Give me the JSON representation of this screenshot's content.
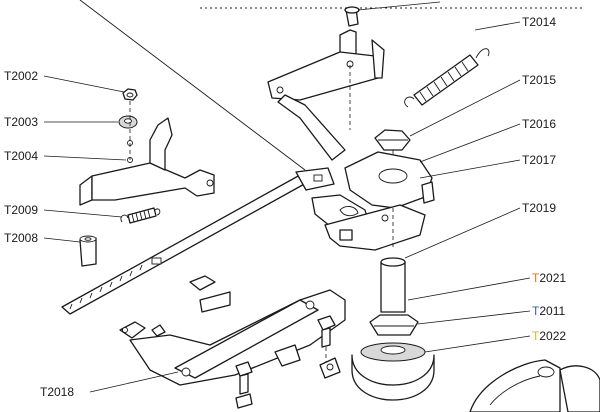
{
  "labels": {
    "t2002": "T2002",
    "t2003": "T2003",
    "t2004": "T2004",
    "t2009": "T2009",
    "t2008": "T2008",
    "t2014": "T2014",
    "t2015": "T2015",
    "t2016": "T2016",
    "t2017": "T2017",
    "t2019": "T2019",
    "t2021_prefix": "T",
    "t2021_rest": "2021",
    "t2011_prefix": "T",
    "t2011_rest": "2011",
    "t2022_prefix": "T",
    "t2022_rest": "2022",
    "t2018": "T2018"
  },
  "colors": {
    "prefix_orange": "#e8731c",
    "prefix_blue": "#3a5fb0",
    "prefix_yellow": "#e3b21c",
    "line": "#1a1a1a"
  }
}
